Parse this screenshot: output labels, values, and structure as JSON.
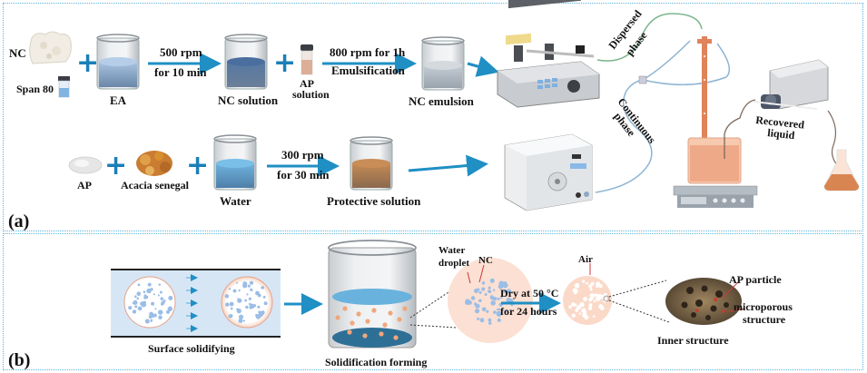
{
  "panel_a": {
    "label": "(a)",
    "row1": {
      "nc": "NC",
      "span80": "Span 80",
      "ea": "EA",
      "step1_line1": "500 rpm",
      "step1_line2": "for 10 min",
      "nc_solution": "NC solution",
      "ap_solution_line1": "AP",
      "ap_solution_line2": "solution",
      "step2_line1": "800 rpm for 1h",
      "step2_line2": "Emulsification",
      "nc_emulsion": "NC emulsion"
    },
    "row2": {
      "ap": "AP",
      "acacia": "Acacia senegal",
      "water": "Water",
      "step_line1": "300 rpm",
      "step_line2": "for 30 min",
      "protective": "Protective solution"
    },
    "device": {
      "dispersed_line1": "Dispersed",
      "dispersed_line2": "phase",
      "continuous_line1": "Continuous",
      "continuous_line2": "phase",
      "recovered_line1": "Recovered",
      "recovered_line2": "liquid"
    }
  },
  "panel_b": {
    "label": "(b)",
    "surface": "Surface solidifying",
    "solidification": "Solidification forming",
    "water_droplet_line1": "Water",
    "water_droplet_line2": "droplet",
    "nc": "NC",
    "dry_line1": "Dry at 50 °C",
    "dry_line2": "for 24 hours",
    "air": "Air",
    "ap_particle": "AP particle",
    "micro_line1": "microporous",
    "micro_line2": "structure",
    "inner": "Inner structure"
  },
  "colors": {
    "arrow": "#1f8fc4",
    "plus": "#1a7fb8",
    "border": "#5ab4e0",
    "orange": "#d9764a",
    "droplet_blue": "#9bbde6"
  }
}
